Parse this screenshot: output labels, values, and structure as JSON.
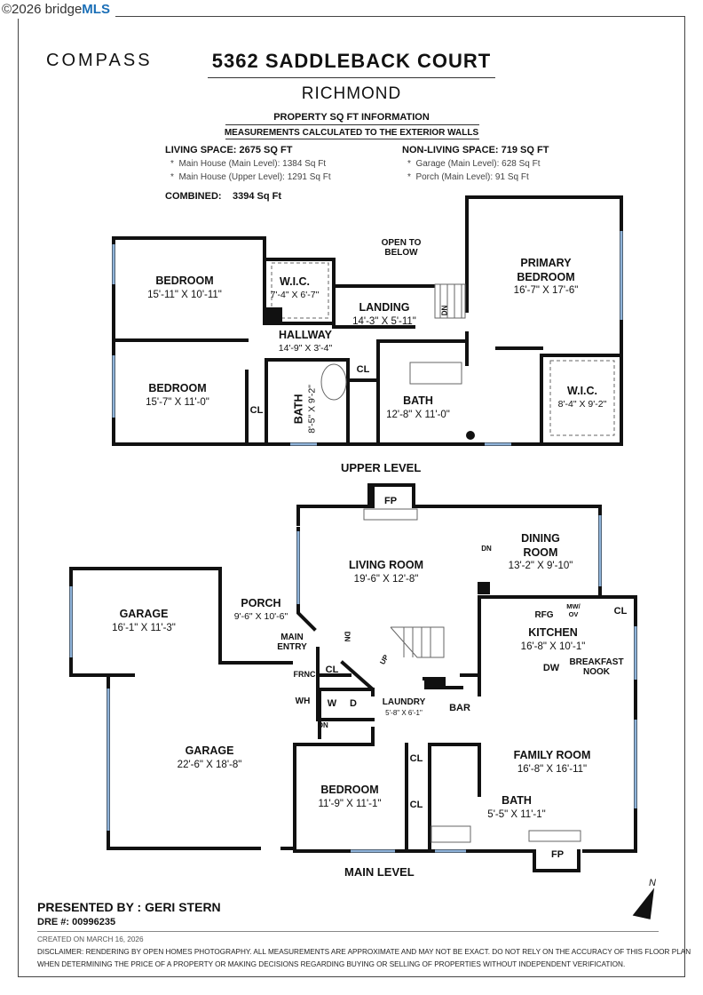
{
  "mls_badge": {
    "copyright": "©2026 bridge",
    "brand": "MLS"
  },
  "brand": "COMPASS",
  "address": "5362 SADDLEBACK COURT",
  "city": "RICHMOND",
  "info_title": "PROPERTY SQ FT INFORMATION",
  "info_subtitle": "MEASUREMENTS CALCULATED TO THE EXTERIOR WALLS",
  "living": {
    "title": "LIVING SPACE: 2675 SQ FT",
    "items": [
      "Main House (Main Level):   1384 Sq Ft",
      "Main House (Upper Level):   1291 Sq Ft"
    ]
  },
  "nonliving": {
    "title": "NON-LIVING SPACE: 719 SQ FT",
    "items": [
      "Garage (Main Level):   628 Sq Ft",
      "Porch (Main Level):   91 Sq Ft"
    ]
  },
  "combined": {
    "label": "COMBINED:",
    "value": "3394  Sq Ft"
  },
  "upper_rooms": {
    "bed1": {
      "name": "BEDROOM",
      "dim": "15'-11\" X 10'-11\""
    },
    "wic1": {
      "name": "W.I.C.",
      "dim": "7'-4\" X 6'-7\""
    },
    "open": "OPEN TO BELOW",
    "primary": {
      "name": "PRIMARY BEDROOM",
      "dim": "16'-7\" X 17'-6\""
    },
    "landing": {
      "name": "LANDING",
      "dim": "14'-3\" X 5'-11\""
    },
    "hallway": {
      "name": "HALLWAY",
      "dim": "14'-9\" X 3'-4\""
    },
    "bed2": {
      "name": "BEDROOM",
      "dim": "15'-7\" X 11'-0\""
    },
    "bath_small": {
      "name": "BATH",
      "dim": "8'-5\" X 9'-2\""
    },
    "bath": {
      "name": "BATH",
      "dim": "12'-8\" X 11'-0\""
    },
    "wic2": {
      "name": "W.I.C.",
      "dim": "8'-4\" X 9'-2\""
    },
    "cl": "CL",
    "dn": "DN"
  },
  "upper_label": "UPPER LEVEL",
  "main_rooms": {
    "fp": "FP",
    "living": {
      "name": "LIVING ROOM",
      "dim": "19'-6\" X 12'-8\""
    },
    "dining": {
      "name": "DINING ROOM",
      "dim": "13'-2\" X 9'-10\""
    },
    "garage_small": {
      "name": "GARAGE",
      "dim": "16'-1\" X 11'-3\""
    },
    "porch": {
      "name": "PORCH",
      "dim": "9'-6\" X 10'-6\""
    },
    "main_entry": "MAIN ENTRY",
    "kitchen": {
      "name": "KITCHEN",
      "dim": "16'-8\" X 10'-1\""
    },
    "rfg": "RFG",
    "mwov": "MW/ OV",
    "cl": "CL",
    "dw": "DW",
    "breakfast": "BREAKFAST NOOK",
    "frnc": "FRNC",
    "wh": "WH",
    "w": "W",
    "d": "D",
    "laundry": {
      "name": "LAUNDRY",
      "dim": "5'-8\" X 6'-1\""
    },
    "bar": "BAR",
    "garage": {
      "name": "GARAGE",
      "dim": "22'-6\" X 18'-8\""
    },
    "family": {
      "name": "FAMILY ROOM",
      "dim": "16'-8\" X 16'-11\""
    },
    "bedroom": {
      "name": "BEDROOM",
      "dim": "11'-9\" X 11'-1\""
    },
    "bath": {
      "name": "BATH",
      "dim": "5'-5\" X 11'-1\""
    },
    "up": "UP",
    "dn": "DN"
  },
  "main_label": "MAIN LEVEL",
  "presented": "PRESENTED BY : GERI STERN",
  "dre": "DRE #: 00996235",
  "created": "CREATED ON MARCH 16, 2026",
  "disclaimer1": "DISCLAIMER: RENDERING BY OPEN HOMES PHOTOGRAPHY. ALL MEASUREMENTS ARE APPROXIMATE AND MAY NOT BE EXACT. DO NOT RELY ON THE ACCURACY OF THIS FLOOR PLAN",
  "disclaimer2": "WHEN DETERMINING THE PRICE OF A PROPERTY OR MAKING DECISIONS REGARDING BUYING OR SELLING OF PROPERTIES WITHOUT INDEPENDENT VERIFICATION.",
  "north": "N"
}
